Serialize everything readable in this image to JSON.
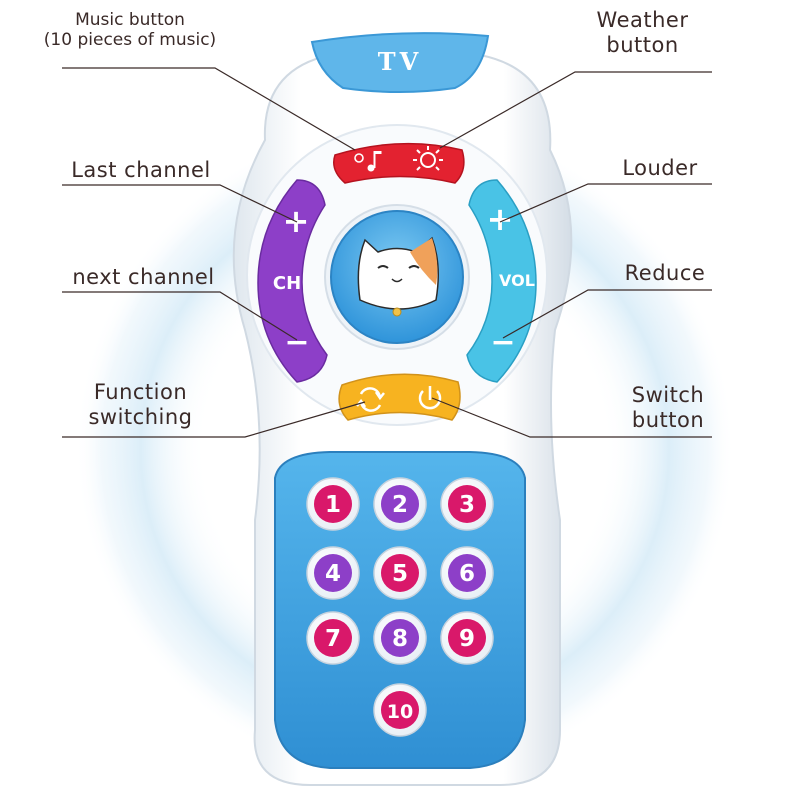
{
  "remote": {
    "top_logo": "TV",
    "channel_label": "CH",
    "volume_label": "VOL",
    "plus_symbol": "+",
    "minus_symbol": "−",
    "number_keys": [
      "1",
      "2",
      "3",
      "4",
      "5",
      "6",
      "7",
      "8",
      "9",
      "10"
    ]
  },
  "callouts": {
    "music_button": [
      "Music button",
      "(10 pieces of music)"
    ],
    "weather_button": [
      "Weather",
      "button"
    ],
    "last_channel": "Last channel",
    "louder": "Louder",
    "next_channel": "next channel",
    "reduce": "Reduce",
    "function_switching": [
      "Function",
      "switching"
    ],
    "switch_button": [
      "Switch",
      "button"
    ]
  },
  "colors": {
    "body_white": "#f4f7fa",
    "tv_top": "#5fb6ea",
    "red_button": "#e32230",
    "purple_ch": "#8d3fc8",
    "cyan_vol": "#49c3e6",
    "yellow_button": "#f7b320",
    "keypad_blue": "#3da3e3",
    "key_magenta": "#d9186a",
    "key_purple": "#8d3fc8",
    "label_text": "#3a2a28"
  }
}
